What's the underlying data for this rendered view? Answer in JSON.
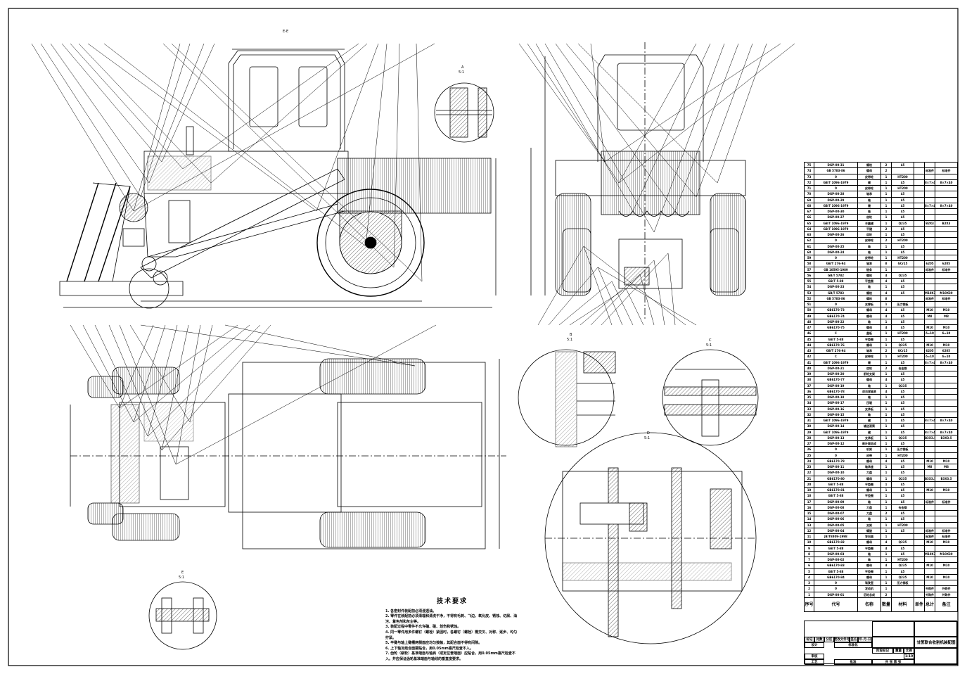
{
  "views": {
    "section_label": "E-E",
    "detail_a": "A",
    "detail_a_scale": "5:1",
    "detail_b": "B",
    "detail_b_scale": "5:1",
    "detail_c": "C",
    "detail_c_scale": "5:1",
    "detail_d": "D",
    "detail_d_scale": "5:1",
    "detail_e": "E",
    "detail_e_scale": "5:1"
  },
  "technical_requirements": {
    "title": "技术要求",
    "items": [
      "1. 各密封件装配前必须浸透油。",
      "2. 零件在装配前必须清理和清洗干净，不得有毛刺、飞边、氧化皮、锈蚀、切屑、油污、着色剂和灰尘等。",
      "3. 装配过程中零件不允许磕、碰、划伤和锈蚀。",
      "4. 同一零件用多件螺钉（螺栓）紧固时，各螺钉（螺栓）需交叉、对称、逐步、均匀拧紧。",
      "5. 平键与轴上键槽两侧面应均匀接触，其配合面不得有间隙。",
      "6. 上下轴瓦结合面要贴合，用0.05mm塞尺检查不入。",
      "7. 齿轮（蜗轮）基准端面与轴肩（或定位套端面）应贴合，用0.05mm塞尺检查不入。并应保证齿轮基准端面与轴线的垂直度要求。"
    ]
  },
  "parts_list": {
    "headers": [
      "序号",
      "代号",
      "名称",
      "数量",
      "材料",
      "单件",
      "总计",
      "备注"
    ],
    "weight_label": "重量",
    "rows": [
      [
        "75",
        "DGP-00-31",
        "螺栓",
        "2",
        "45",
        "",
        ""
      ],
      [
        "74",
        "GB 5783-86",
        "螺母",
        "2",
        "",
        "",
        "标准件"
      ],
      [
        "73",
        "0",
        "皮带轮",
        "1",
        "HT200",
        "",
        ""
      ],
      [
        "72",
        "GB/T 1096-1979",
        "键",
        "1",
        "45",
        "",
        "8×7×40"
      ],
      [
        "71",
        "0",
        "皮带轮",
        "1",
        "HT200",
        "",
        ""
      ],
      [
        "70",
        "DGP-00-28",
        "轴承",
        "1",
        "45",
        "",
        ""
      ],
      [
        "69",
        "DGP-00-29",
        "轴",
        "1",
        "45",
        "",
        ""
      ],
      [
        "68",
        "GB/T 1096-1979",
        "键",
        "1",
        "45",
        "",
        "8×7×40"
      ],
      [
        "67",
        "DGP-00-30",
        "轴",
        "1",
        "45",
        "",
        ""
      ],
      [
        "66",
        "DGP-00-27",
        "齿轮",
        "1",
        "45",
        "",
        ""
      ],
      [
        "65",
        "GB/T 1096-1979",
        "半圆键",
        "1",
        "Q235",
        "",
        "B2X3"
      ],
      [
        "64",
        "GB/T 1096-1979",
        "平键",
        "2",
        "45",
        "",
        ""
      ],
      [
        "63",
        "DGP-00-26",
        "齿轮",
        "1",
        "45",
        "",
        ""
      ],
      [
        "62",
        "0",
        "皮带轮",
        "2",
        "HT200",
        "",
        ""
      ],
      [
        "61",
        "DGP-00-25",
        "轴",
        "1",
        "45",
        "",
        ""
      ],
      [
        "60",
        "DGP-00-24",
        "轴",
        "1",
        "45",
        "",
        ""
      ],
      [
        "59",
        "0",
        "皮带轮",
        "1",
        "HT200",
        "",
        ""
      ],
      [
        "58",
        "GB/T 276-94",
        "轴承",
        "8",
        "GCr15",
        "",
        "6205"
      ],
      [
        "57",
        "GB 10595-1989",
        "链条",
        "1",
        "",
        "",
        "标准件"
      ],
      [
        "56",
        "GB/T 5782",
        "螺栓",
        "4",
        "Q235",
        "",
        ""
      ],
      [
        "55",
        "GB/T 5-88",
        "平垫圈",
        "4",
        "45",
        "",
        ""
      ],
      [
        "54",
        "DGP-00-23",
        "轴",
        "1",
        "45",
        "",
        ""
      ],
      [
        "53",
        "GB/T 5783",
        "螺栓",
        "4",
        "45",
        "",
        "M10X30"
      ],
      [
        "52",
        "GB 5783-86",
        "螺栓",
        "8",
        "",
        "",
        "标准件"
      ],
      [
        "51",
        "0",
        "支撑板",
        "1",
        "压力钢板",
        "",
        ""
      ],
      [
        "50",
        "GB6170-73",
        "螺母",
        "4",
        "45",
        "",
        "M10"
      ],
      [
        "49",
        "GB6170-74",
        "螺母",
        "4",
        "45",
        "",
        "M8"
      ],
      [
        "48",
        "DGP-00-22",
        "轴",
        "1",
        "45",
        "",
        ""
      ],
      [
        "47",
        "GB6170-75",
        "螺母",
        "4",
        "45",
        "",
        "M10"
      ],
      [
        "46",
        "C",
        "盖板",
        "1",
        "HT200",
        "",
        "δ=10"
      ],
      [
        "45",
        "GB/T 5-88",
        "平垫圈",
        "1",
        "45",
        "",
        ""
      ],
      [
        "44",
        "GB6170-76",
        "螺母",
        "1",
        "Q235",
        "",
        "M10"
      ],
      [
        "43",
        "GB/T 276-94",
        "轴承",
        "2",
        "GCr15",
        "",
        "6205"
      ],
      [
        "42",
        "C",
        "皮带轮",
        "1",
        "HT200",
        "",
        "δ=10"
      ],
      [
        "41",
        "GB/T 1096-1979",
        "键",
        "1",
        "45",
        "",
        "8×7×40"
      ],
      [
        "40",
        "DGP-00-21",
        "齿轮",
        "2",
        "合金钢",
        "",
        ""
      ],
      [
        "39",
        "DGP-00-20",
        "前轮支架",
        "1",
        "45",
        "",
        ""
      ],
      [
        "38",
        "GB6170-77",
        "螺母",
        "4",
        "45",
        "",
        ""
      ],
      [
        "37",
        "DGP-00-19",
        "轴",
        "1",
        "Q235",
        "",
        ""
      ],
      [
        "36",
        "GB6170-78",
        "深沟球轴承",
        "4",
        "45",
        "",
        ""
      ],
      [
        "35",
        "DGP-00-18",
        "轴",
        "1",
        "45",
        "",
        ""
      ],
      [
        "34",
        "DGP-00-17",
        "压辊",
        "1",
        "45",
        "",
        ""
      ],
      [
        "33",
        "DGP-00-16",
        "支承板",
        "1",
        "45",
        "",
        ""
      ],
      [
        "32",
        "DGP-00-15",
        "轴",
        "1",
        "45",
        "",
        ""
      ],
      [
        "31",
        "GB/T 1096-1979",
        "键",
        "1",
        "45",
        "",
        "8×7×40"
      ],
      [
        "30",
        "DGP-00-14",
        "输送滚筒",
        "1",
        "45",
        "",
        ""
      ],
      [
        "29",
        "GB/T 1096-1979",
        "键",
        "1",
        "45",
        "",
        "8×7×40"
      ],
      [
        "28",
        "DGP-00-13",
        "支承板",
        "1",
        "Q235",
        "",
        "B3X3.5"
      ],
      [
        "27",
        "DGP-00-12",
        "剥叶辊总成",
        "1",
        "45",
        "",
        ""
      ],
      [
        "26",
        "0",
        "机架",
        "1",
        "压力钢板",
        "",
        ""
      ],
      [
        "25",
        "0",
        "皮带",
        "1",
        "HT200",
        "",
        ""
      ],
      [
        "24",
        "GB6170-79",
        "螺母",
        "4",
        "45",
        "",
        "M10"
      ],
      [
        "23",
        "DGP-00-11",
        "轴承座",
        "1",
        "45",
        "",
        "M8"
      ],
      [
        "22",
        "DGP-00-10",
        "刀盘",
        "1",
        "45",
        "",
        ""
      ],
      [
        "21",
        "GB6170-80",
        "螺母",
        "1",
        "Q235",
        "",
        "B3X3.5"
      ],
      [
        "20",
        "GB/T 5-88",
        "平垫圈",
        "1",
        "45",
        "",
        ""
      ],
      [
        "19",
        "GB6170-81",
        "螺母",
        "1",
        "45",
        "",
        "M10"
      ],
      [
        "18",
        "GB/T 5-88",
        "平垫圈",
        "1",
        "45",
        "",
        ""
      ],
      [
        "17",
        "DGP-00-09",
        "轴",
        "1",
        "45",
        "",
        "标准件"
      ],
      [
        "16",
        "DGP-00-08",
        "刀盘",
        "1",
        "合金钢",
        "",
        ""
      ],
      [
        "15",
        "DGP-00-07",
        "刀盘",
        "2",
        "45",
        "",
        ""
      ],
      [
        "14",
        "DGP-00-06",
        "轴",
        "1",
        "45",
        "",
        ""
      ],
      [
        "13",
        "DGP-00-05",
        "支架",
        "1",
        "HT200",
        "",
        ""
      ],
      [
        "12",
        "DGP-00-04",
        "螺旋",
        "1",
        "45",
        "",
        "标准件"
      ],
      [
        "11",
        "JB/T8809-1998",
        "导向器",
        "1",
        "",
        "",
        "标准件"
      ],
      [
        "10",
        "GB6170-82",
        "螺母",
        "4",
        "Q235",
        "",
        "M10"
      ],
      [
        "9",
        "GB/T 5-88",
        "平垫圈",
        "4",
        "45",
        "",
        ""
      ],
      [
        "8",
        "DGP-00-03",
        "轴",
        "1",
        "45",
        "",
        "M10X30"
      ],
      [
        "7",
        "DGP-00-02",
        "轴",
        "1",
        "HT200",
        "",
        ""
      ],
      [
        "6",
        "GB6170-83",
        "螺母",
        "4",
        "Q235",
        "",
        "M10"
      ],
      [
        "5",
        "GB/T 5-88",
        "平垫圈",
        "1",
        "45",
        "",
        ""
      ],
      [
        "4",
        "GB6170-84",
        "螺母",
        "1",
        "Q235",
        "",
        "M10"
      ],
      [
        "3",
        "0",
        "驾驶室",
        "1",
        "压力钢板",
        "",
        ""
      ],
      [
        "2",
        "0",
        "发动机",
        "1",
        "",
        "",
        "外购件"
      ],
      [
        "1",
        "DGP-00-01",
        "后轮总成",
        "2",
        "",
        "",
        "外购件"
      ]
    ]
  },
  "title_block": {
    "mark": "标记",
    "count": "处数",
    "zone": "分区",
    "change_doc": "更改文件号",
    "sign": "签名",
    "date": "年.月.日",
    "design": "设计",
    "standard": "标准化",
    "review": "审核",
    "process": "工艺",
    "approve": "批准",
    "stage_mark": "阶段标记",
    "weight": "重量",
    "scale_label": "比例",
    "scale": "1:10",
    "sheets": "共    张    第    张",
    "drawing_title": "甘蔗联合收割机装配图"
  }
}
